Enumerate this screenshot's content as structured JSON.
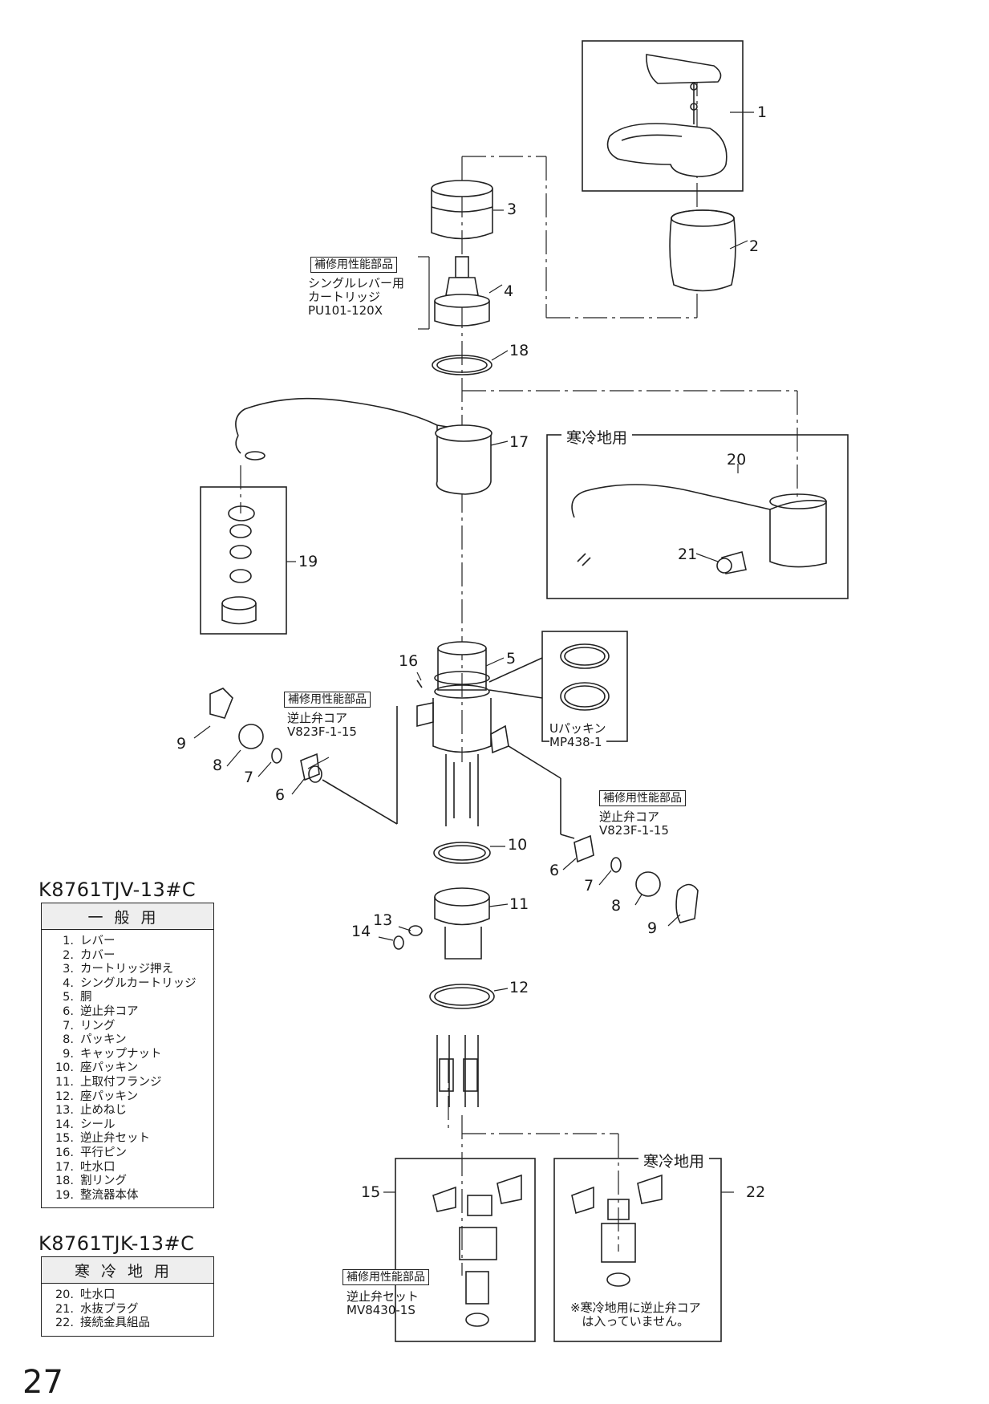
{
  "callouts": [
    "1",
    "2",
    "3",
    "4",
    "18",
    "17",
    "20",
    "21",
    "19",
    "16",
    "5",
    "9",
    "8",
    "7",
    "6",
    "10",
    "11",
    "13",
    "14",
    "12",
    "6",
    "7",
    "8",
    "9",
    "15",
    "22"
  ],
  "sections": {
    "cold_top": "寒冷地用",
    "cold_bottom": "寒冷地用"
  },
  "tags": [
    "補修用性能部品",
    "補修用性能部品",
    "補修用性能部品",
    "補修用性能部品"
  ],
  "notes": {
    "cartridge": [
      "シングルレバー用",
      "カートリッジ",
      "PU101-120X"
    ],
    "check_left": [
      "逆止弁コア",
      "V823F-1-15"
    ],
    "check_right": [
      "逆止弁コア",
      "V823F-1-15"
    ],
    "upacking": [
      "Uパッキン",
      "MP438-1"
    ],
    "check_set": [
      "逆止弁セット",
      "MV8430-1S"
    ],
    "cold_note": [
      "※寒冷地用に逆止弁コア",
      "は入っていません。"
    ]
  },
  "general": {
    "model": "K8761TJV-13#C",
    "header": "一般用",
    "items": [
      {
        "n": "1.",
        "t": "レバー"
      },
      {
        "n": "2.",
        "t": "カバー"
      },
      {
        "n": "3.",
        "t": "カートリッジ押え"
      },
      {
        "n": "4.",
        "t": "シングルカートリッジ"
      },
      {
        "n": "5.",
        "t": "胴"
      },
      {
        "n": "6.",
        "t": "逆止弁コア"
      },
      {
        "n": "7.",
        "t": "リング"
      },
      {
        "n": "8.",
        "t": "パッキン"
      },
      {
        "n": "9.",
        "t": "キャップナット"
      },
      {
        "n": "10.",
        "t": "座パッキン"
      },
      {
        "n": "11.",
        "t": "上取付フランジ"
      },
      {
        "n": "12.",
        "t": "座パッキン"
      },
      {
        "n": "13.",
        "t": "止めねじ"
      },
      {
        "n": "14.",
        "t": "シール"
      },
      {
        "n": "15.",
        "t": "逆止弁セット"
      },
      {
        "n": "16.",
        "t": "平行ピン"
      },
      {
        "n": "17.",
        "t": "吐水口"
      },
      {
        "n": "18.",
        "t": "割リング"
      },
      {
        "n": "19.",
        "t": "整流器本体"
      }
    ]
  },
  "cold": {
    "model": "K8761TJK-13#C",
    "header": "寒冷地用",
    "items": [
      {
        "n": "20.",
        "t": "吐水口"
      },
      {
        "n": "21.",
        "t": "水抜プラグ"
      },
      {
        "n": "22.",
        "t": "接続金具組品"
      }
    ]
  },
  "page_number": "27"
}
